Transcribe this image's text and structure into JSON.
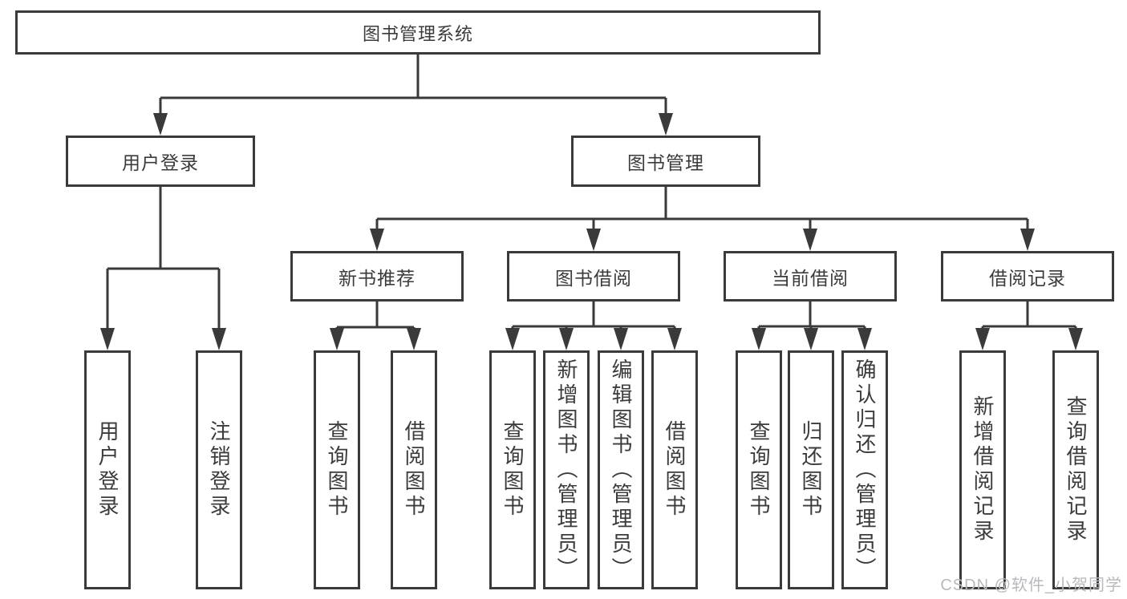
{
  "nodes": {
    "root": "图书管理系统",
    "user_login": "用户登录",
    "book_management": "图书管理",
    "new_book_recommendation": "新书推荐",
    "book_borrowing": "图书借阅",
    "current_borrowing": "当前借阅",
    "borrowing_records": "借阅记录",
    "leaf_user_login": "用户登录",
    "leaf_logout": "注销登录",
    "leaf_query_books_recommend": "查询图书",
    "leaf_borrow_books_recommend": "借阅图书",
    "leaf_query_books_borrowing": "查询图书",
    "leaf_add_books_admin": "新增图书（管理员）",
    "leaf_edit_books_admin": "编辑图书（管理员）",
    "leaf_borrow_books_borrowing": "借阅图书",
    "leaf_query_books_current": "查询图书",
    "leaf_return_books": "归还图书",
    "leaf_confirm_return_admin": "确认归还（管理员）",
    "leaf_add_borrow_record": "新增借阅记录",
    "leaf_query_borrow_record": "查询借阅记录"
  },
  "watermark": "CSDN @软件_小贺同学",
  "colors": {
    "line": "#3a3a3a",
    "text": "#3b3b3b",
    "watermark": "#b9b9bd",
    "background": "#ffffff"
  }
}
